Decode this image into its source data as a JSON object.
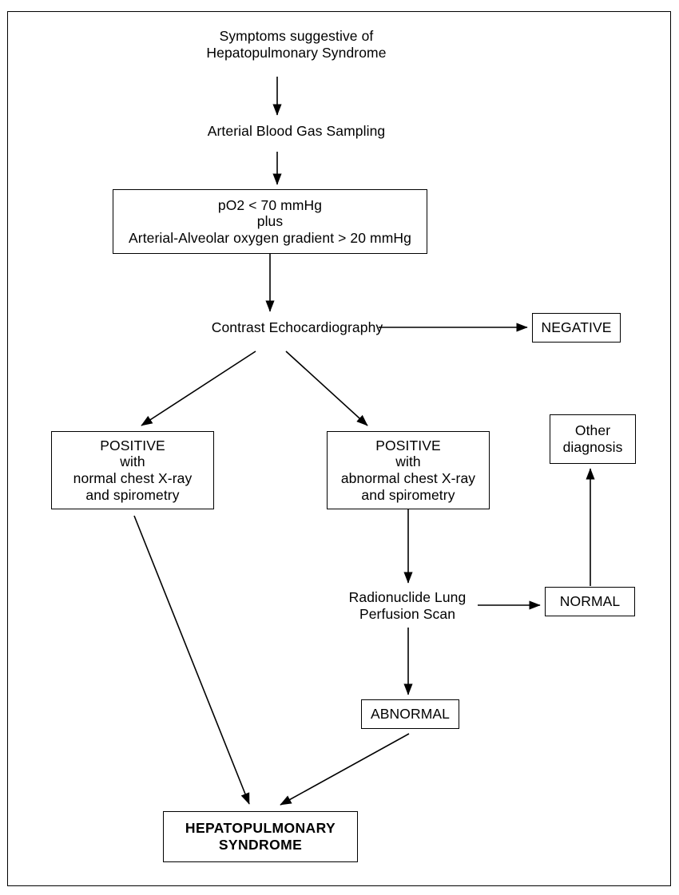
{
  "diagram": {
    "title": "Hepatopulmonary Syndrome diagnostic algorithm",
    "type": "flowchart",
    "stroke_color": "#000000",
    "background_color": "#ffffff",
    "nodes": {
      "symptoms": "Symptoms suggestive of\nHepatopulmonary Syndrome",
      "abg": "Arterial Blood Gas Sampling",
      "criteria": "pO2 < 70 mmHg\nplus\nArterial-Alveolar oxygen gradient > 20 mmHg",
      "echo": "Contrast Echocardiography",
      "negative": "NEGATIVE",
      "positive_normal": "POSITIVE\nwith\nnormal chest X-ray\nand spirometry",
      "positive_abnormal": "POSITIVE\nwith\nabnormal chest X-ray\nand spirometry",
      "other_diagnosis": "Other\ndiagnosis",
      "perfusion_scan": "Radionuclide Lung\nPerfusion Scan",
      "normal": "NORMAL",
      "abnormal": "ABNORMAL",
      "hps": "HEPATOPULMONARY\nSYNDROME"
    },
    "edges": [
      {
        "from": "symptoms",
        "to": "abg",
        "style": "vertical-arrow"
      },
      {
        "from": "abg",
        "to": "criteria",
        "style": "vertical-arrow"
      },
      {
        "from": "criteria",
        "to": "echo",
        "style": "vertical-arrow"
      },
      {
        "from": "echo",
        "to": "negative",
        "style": "horizontal-arrow"
      },
      {
        "from": "echo",
        "to": "positive_normal",
        "style": "diagonal-arrow"
      },
      {
        "from": "echo",
        "to": "positive_abnormal",
        "style": "diagonal-arrow"
      },
      {
        "from": "positive_abnormal",
        "to": "perfusion_scan",
        "style": "vertical-arrow"
      },
      {
        "from": "perfusion_scan",
        "to": "normal",
        "style": "horizontal-arrow"
      },
      {
        "from": "normal",
        "to": "other_diagnosis",
        "style": "vertical-arrow-up"
      },
      {
        "from": "perfusion_scan",
        "to": "abnormal",
        "style": "vertical-arrow"
      },
      {
        "from": "abnormal",
        "to": "hps",
        "style": "diagonal-arrow"
      },
      {
        "from": "positive_normal",
        "to": "hps",
        "style": "diagonal-arrow"
      }
    ]
  }
}
